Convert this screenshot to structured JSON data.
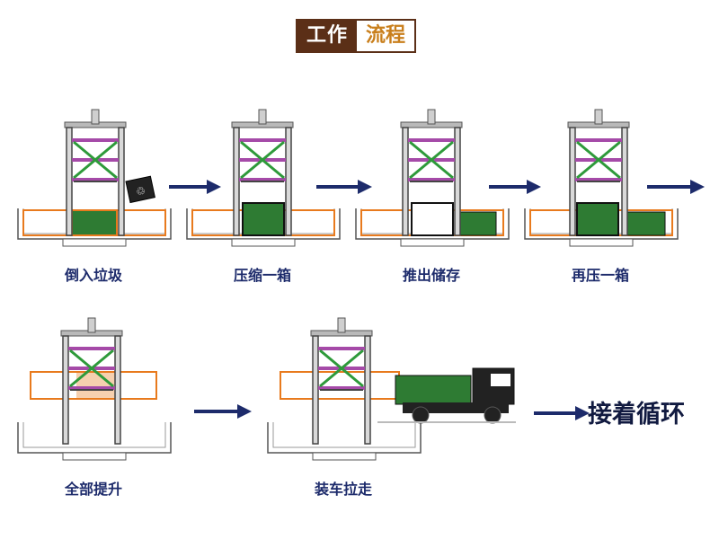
{
  "header": {
    "title_part1": "工作",
    "title_part2": "流程"
  },
  "steps": [
    {
      "label": "倒入垃圾"
    },
    {
      "label": "压缩一箱"
    },
    {
      "label": "推出储存"
    },
    {
      "label": "再压一箱"
    },
    {
      "label": "全部提升"
    },
    {
      "label": "装车拉走"
    }
  ],
  "final_label": "接着循环",
  "colors": {
    "frame": "#7a7a7a",
    "truss": "#2e9a3a",
    "brace_purple": "#a54aa8",
    "box_orange": "#e87a1d",
    "garbage_green": "#1f7a2c",
    "arrow": "#1d2b6b",
    "badge_dark": "#5b2f17",
    "badge_text_gold": "#c97f1c"
  }
}
